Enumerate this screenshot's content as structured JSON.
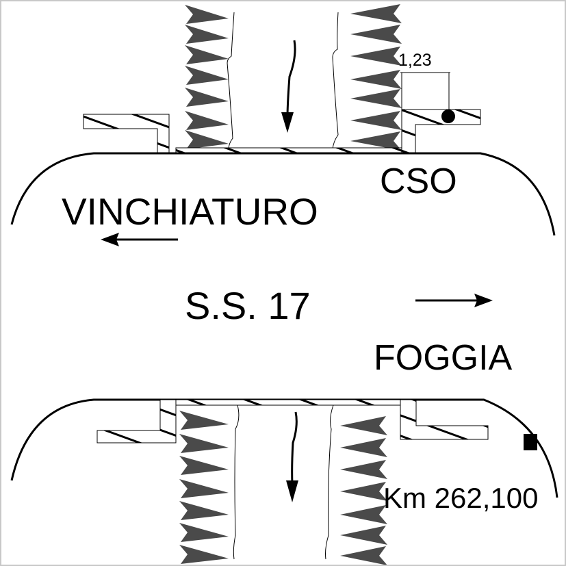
{
  "labels": {
    "dimension": "1,23",
    "cso": "CSO",
    "direction_west": "VINCHIATURO",
    "road": "S.S. 17",
    "direction_east": "FOGGIA",
    "kilometer": "Km 262,100"
  },
  "colors": {
    "line": "#000000",
    "vegetation": "#4a4a4a",
    "border": "#c8c8c8"
  }
}
